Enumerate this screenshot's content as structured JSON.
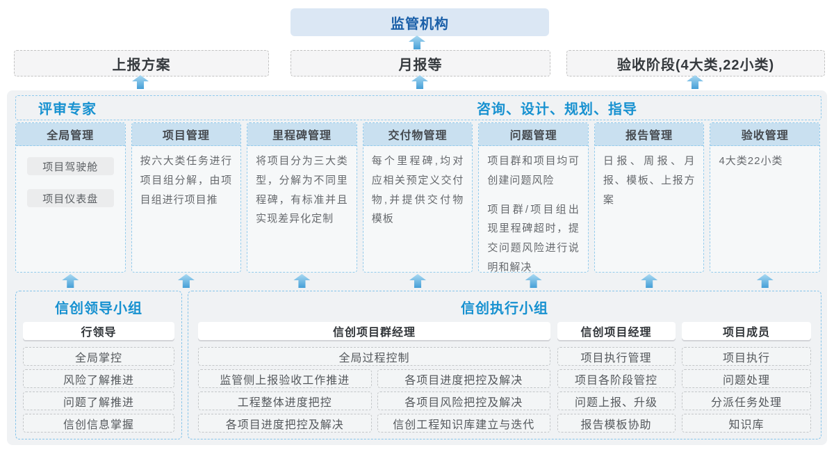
{
  "palette": {
    "deep_blue": "#1a5fa8",
    "bright_blue": "#1791d0",
    "arrow_blue": "#469fd7",
    "module_band_blue": "#c9e0f0",
    "dashed_blue": "#8ec9ec"
  },
  "top_chain": {
    "regulator": "监管机构",
    "report_plan": "上报方案",
    "monthly_report": "月报等",
    "acceptance_phase": "验收阶段(4大类,22小类)"
  },
  "advisor_bar": {
    "left_label": "评审专家",
    "right_label": "咨询、设计、规划、指导"
  },
  "modules": [
    {
      "title": "全局管理",
      "chips": [
        "项目驾驶舱",
        "项目仪表盘"
      ]
    },
    {
      "title": "项目管理",
      "text": "按六大类任务进行项目组分解，由项目组进行项目推"
    },
    {
      "title": "里程碑管理",
      "text": "将项目分为三大类型，分解为不同里程碑，有标准并且实现差异化定制"
    },
    {
      "title": "交付物管理",
      "text": "每个里程碑,均对应相关预定义交付物,并提供交付物模板"
    },
    {
      "title": "问题管理",
      "paragraphs": [
        "项目群和项目均可创建问题风险",
        "项目群/项目组出现里程碑超时，提交问题风险进行说明和解决"
      ]
    },
    {
      "title": "报告管理",
      "text": "日报、周报、月报、模板、上报方案"
    },
    {
      "title": "验收管理",
      "text": "4大类22小类"
    }
  ],
  "leader_group": {
    "title": "信创领导小组",
    "role": "行领导",
    "items": [
      "全局掌控",
      "风险了解推进",
      "问题了解推进",
      "信创信息掌握"
    ]
  },
  "exec_group": {
    "title": "信创执行小组",
    "program_manager": {
      "role": "信创项目群经理",
      "top_item": "全局过程控制",
      "left_items": [
        "监管侧上报验收工作推进",
        "工程整体进度把控",
        "各项目进度把控及解决"
      ],
      "right_items": [
        "各项目进度把控及解决",
        "各项目风险把控及解决",
        "信创工程知识库建立与迭代"
      ]
    },
    "project_manager": {
      "role": "信创项目经理",
      "items": [
        "项目执行管理",
        "项目各阶段管控",
        "问题上报、升级",
        "报告模板协助"
      ]
    },
    "member": {
      "role": "项目成员",
      "items": [
        "项目执行",
        "问题处理",
        "分派任务处理",
        "知识库"
      ]
    }
  }
}
